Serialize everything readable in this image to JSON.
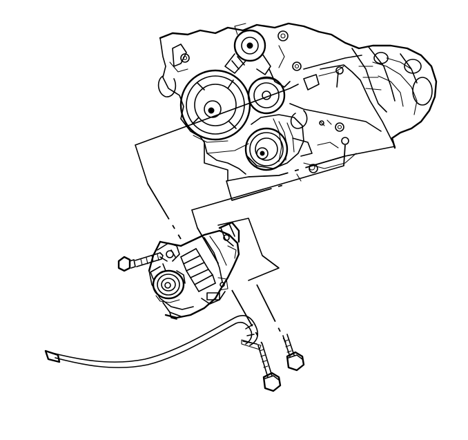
{
  "figure": {
    "background": "#ffffff",
    "ink": "#000000",
    "components": [
      "engine-front",
      "crankshaft-pulley",
      "idler-pulley",
      "tensioner",
      "mounting-bracket",
      "generator",
      "generator-pulley",
      "mounting-bolt",
      "long-bolts",
      "battery-cable"
    ]
  }
}
